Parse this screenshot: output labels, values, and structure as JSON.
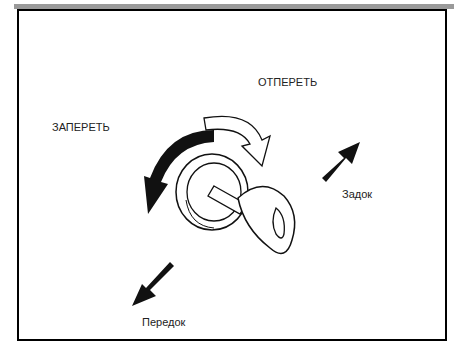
{
  "diagram": {
    "labels": [
      "ОТПЕРЕТЬ",
      "ЗАПЕРЕТЬ",
      "Задок",
      "Передок"
    ]
  }
}
